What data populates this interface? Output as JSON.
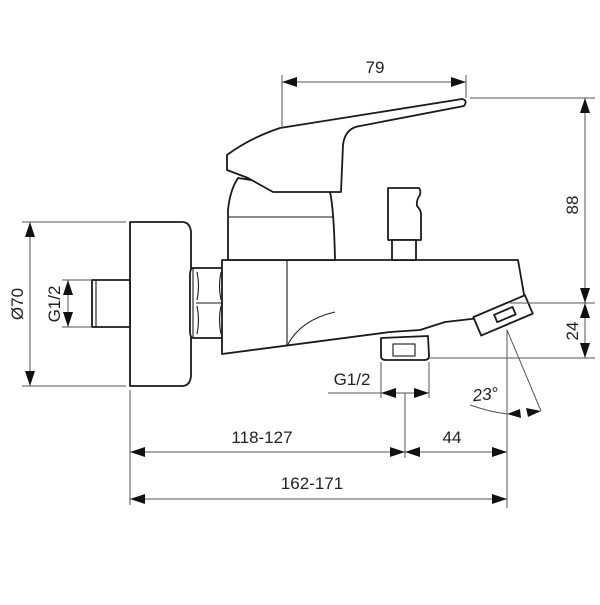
{
  "drawing": {
    "subject": "Single-lever bath mixer side view dimension drawing",
    "units": "mm",
    "colors": {
      "line": "#1a1a1a",
      "dimension_line": "#555555",
      "background": "#ffffff"
    }
  },
  "dimensions": {
    "lever_length": "79",
    "height_to_lever": "88",
    "spout_height": "24",
    "wall_plate_diameter": "Ø70",
    "inlet_thread": "G1/2",
    "outlet_thread": "G1/2",
    "spout_angle": "23°",
    "wall_to_outlet": "118-127",
    "outlet_to_spout": "44",
    "overall_projection": "162-171"
  }
}
